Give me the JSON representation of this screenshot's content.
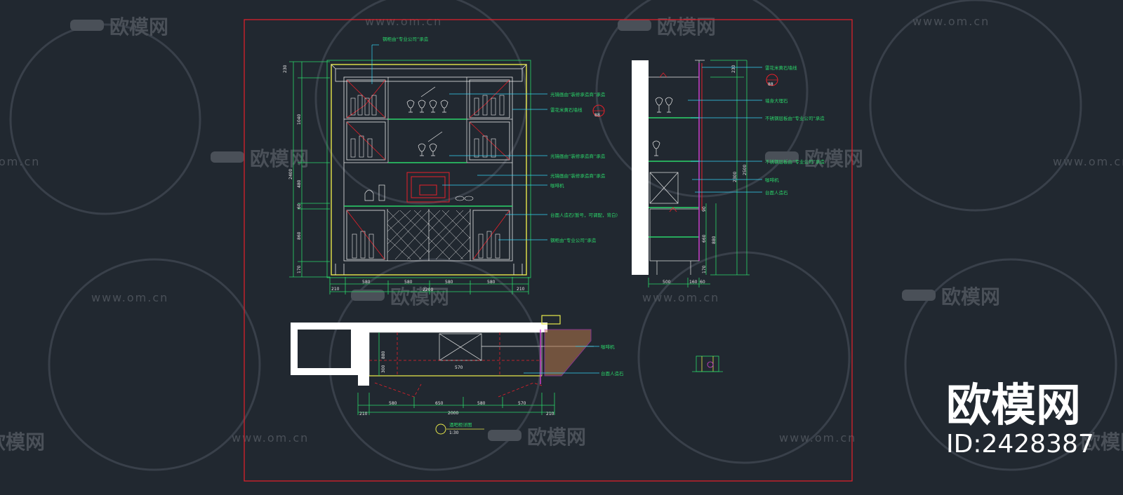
{
  "watermark": {
    "brand": "欧模网",
    "url": "www.om.cn",
    "url_partial": "om.cn",
    "id_label": "ID:2428387"
  },
  "front_elevation": {
    "dims_bottom": [
      "210",
      "580",
      "580",
      "580",
      "580",
      "210"
    ],
    "dim_total_bottom": "2200",
    "dims_left": [
      "230",
      "1040",
      "480",
      "60",
      "860",
      "170"
    ],
    "dim_total_left": "2400",
    "notes": [
      "钢柜由“专业公司”承造",
      "光镜画由“装修承造商”承造",
      "雷花米黄石墙线",
      "光镜画由“装修承造商”承造",
      "光镜画由“装修承造商”承造",
      "咖啡机",
      "台面人造石(暂号，可调配，背白)",
      "钢柜由“专业公司”承造"
    ],
    "callout": "88"
  },
  "side_elevation": {
    "dims_right": [
      "230",
      "2300",
      "2500",
      "880"
    ],
    "dims_bottom": [
      "500",
      "160",
      "60"
    ],
    "dims_small": [
      "90",
      "660",
      "170"
    ],
    "notes": [
      "雷花米黄石墙线",
      "墙身大理石",
      "不锈钢层板由“专业公司”承造",
      "不锈钢层板由“专业公司”承造",
      "咖啡机",
      "台面人造石"
    ],
    "callout": "88"
  },
  "plan": {
    "dims_bottom": [
      "210",
      "580",
      "650",
      "580",
      "570",
      "210"
    ],
    "dim_total": "2000",
    "dims_left": [
      "880",
      "300"
    ],
    "dim_inner": "570",
    "notes": [
      "咖啡机",
      "台面人造石"
    ],
    "title": "酒吧柜详图",
    "scale": "1:30"
  },
  "colors": {
    "background": "#212830",
    "border_red": "#e8202a",
    "dim_green": "#2bd66a",
    "leader_cyan": "#33d3f5",
    "outline_white": "#ffffff",
    "frame_yellow": "#e8e84a",
    "magenta": "#d43fd4",
    "hatch_brown": "#b5774a"
  }
}
